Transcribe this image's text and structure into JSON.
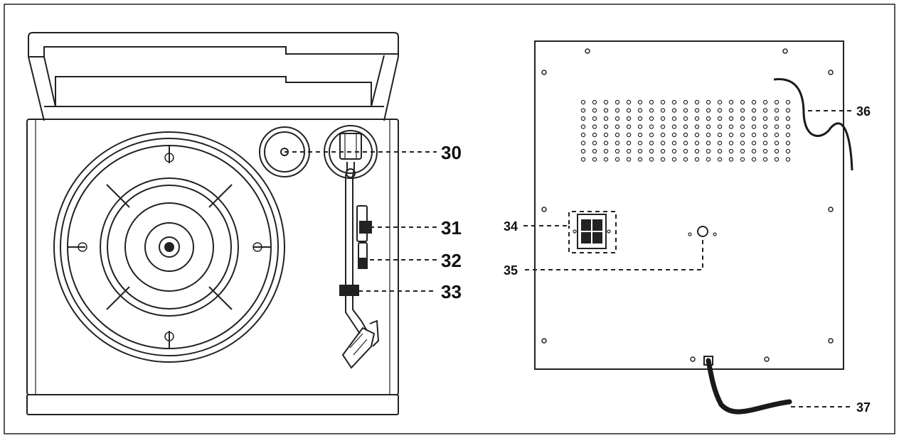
{
  "diagram": {
    "front_view": {
      "callouts": [
        {
          "id": "c30",
          "label": "30",
          "part": "spindle"
        },
        {
          "id": "c31",
          "label": "31",
          "part": "tonearm-lift-lever"
        },
        {
          "id": "c32",
          "label": "32",
          "part": "tonearm-rest"
        },
        {
          "id": "c33",
          "label": "33",
          "part": "tonearm-clamp"
        }
      ]
    },
    "rear_view": {
      "callouts": [
        {
          "id": "c34",
          "label": "34",
          "part": "speaker-terminals"
        },
        {
          "id": "c35",
          "label": "35",
          "part": "rear-jack"
        },
        {
          "id": "c36",
          "label": "36",
          "part": "antenna-wire"
        },
        {
          "id": "c37",
          "label": "37",
          "part": "power-cord"
        }
      ]
    },
    "colors": {
      "stroke": "#222222",
      "background": "#ffffff",
      "cable": "#1a1a1a"
    }
  }
}
